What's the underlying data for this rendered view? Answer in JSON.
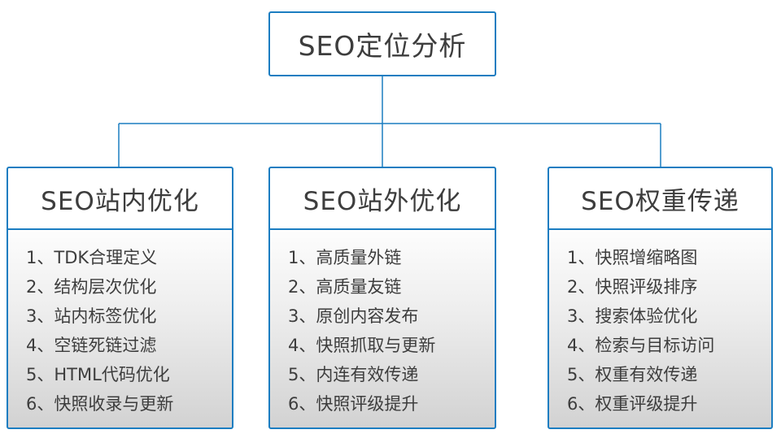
{
  "root": {
    "label": "SEO定位分析"
  },
  "columns": [
    {
      "title": "SEO站内优化",
      "items": [
        "1、TDK合理定义",
        "2、结构层次优化",
        "3、站内标签优化",
        "4、空链死链过滤",
        "5、HTML代码优化",
        "6、快照收录与更新"
      ]
    },
    {
      "title": "SEO站外优化",
      "items": [
        "1、高质量外链",
        "2、高质量友链",
        "3、原创内容发布",
        "4、快照抓取与更新",
        "5、内连有效传递",
        "6、快照评级提升"
      ]
    },
    {
      "title": "SEO权重传递",
      "items": [
        "1、快照增缩略图",
        "2、快照评级排序",
        "3、搜索体验优化",
        "4、检索与目标访问",
        "5、权重有效传递",
        "6、权重评级提升"
      ]
    }
  ],
  "colors": {
    "accent": "#1b7dc1",
    "text": "#3d3d3d",
    "body_gradient_top": "#fdfdfd",
    "body_gradient_bottom": "#d2d2d2"
  }
}
